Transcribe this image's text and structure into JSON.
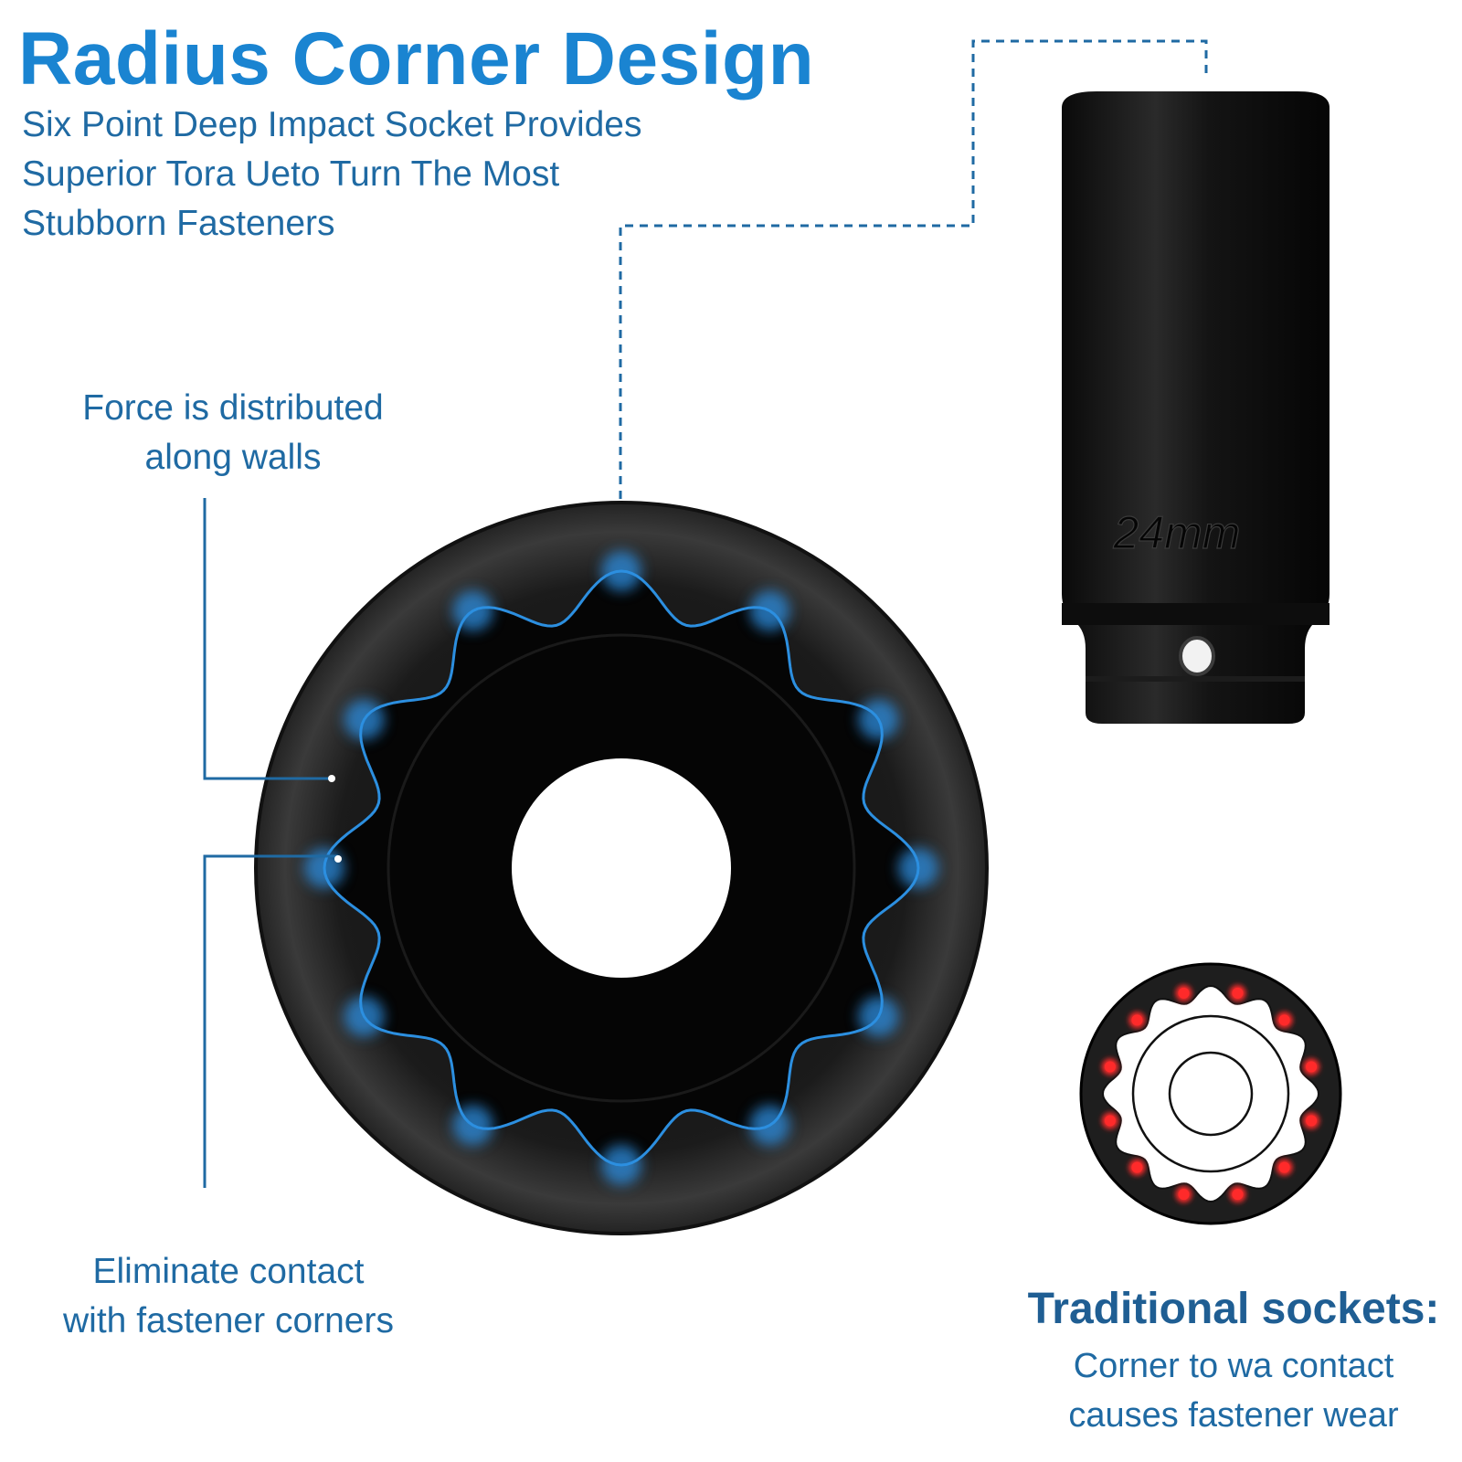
{
  "header": {
    "title": "Radius Corner Design",
    "subtitle_lines": [
      "Six Point Deep Impact Socket Provides",
      "Superior Tora Ueto Turn The Most",
      "Stubborn Fasteners"
    ]
  },
  "callouts": {
    "force": [
      "Force is distributed",
      "along walls"
    ],
    "eliminate": [
      "Eliminate contact",
      "with fastener corners"
    ]
  },
  "socket_side": {
    "size_label": "24mm"
  },
  "traditional": {
    "title": "Traditional sockets:",
    "desc_lines": [
      "Corner to wa contact",
      "causes fastener wear"
    ]
  },
  "colors": {
    "brand_blue": "#1a84d1",
    "text_blue": "#1f6aa3",
    "contact_red": "#ff2a2a"
  }
}
